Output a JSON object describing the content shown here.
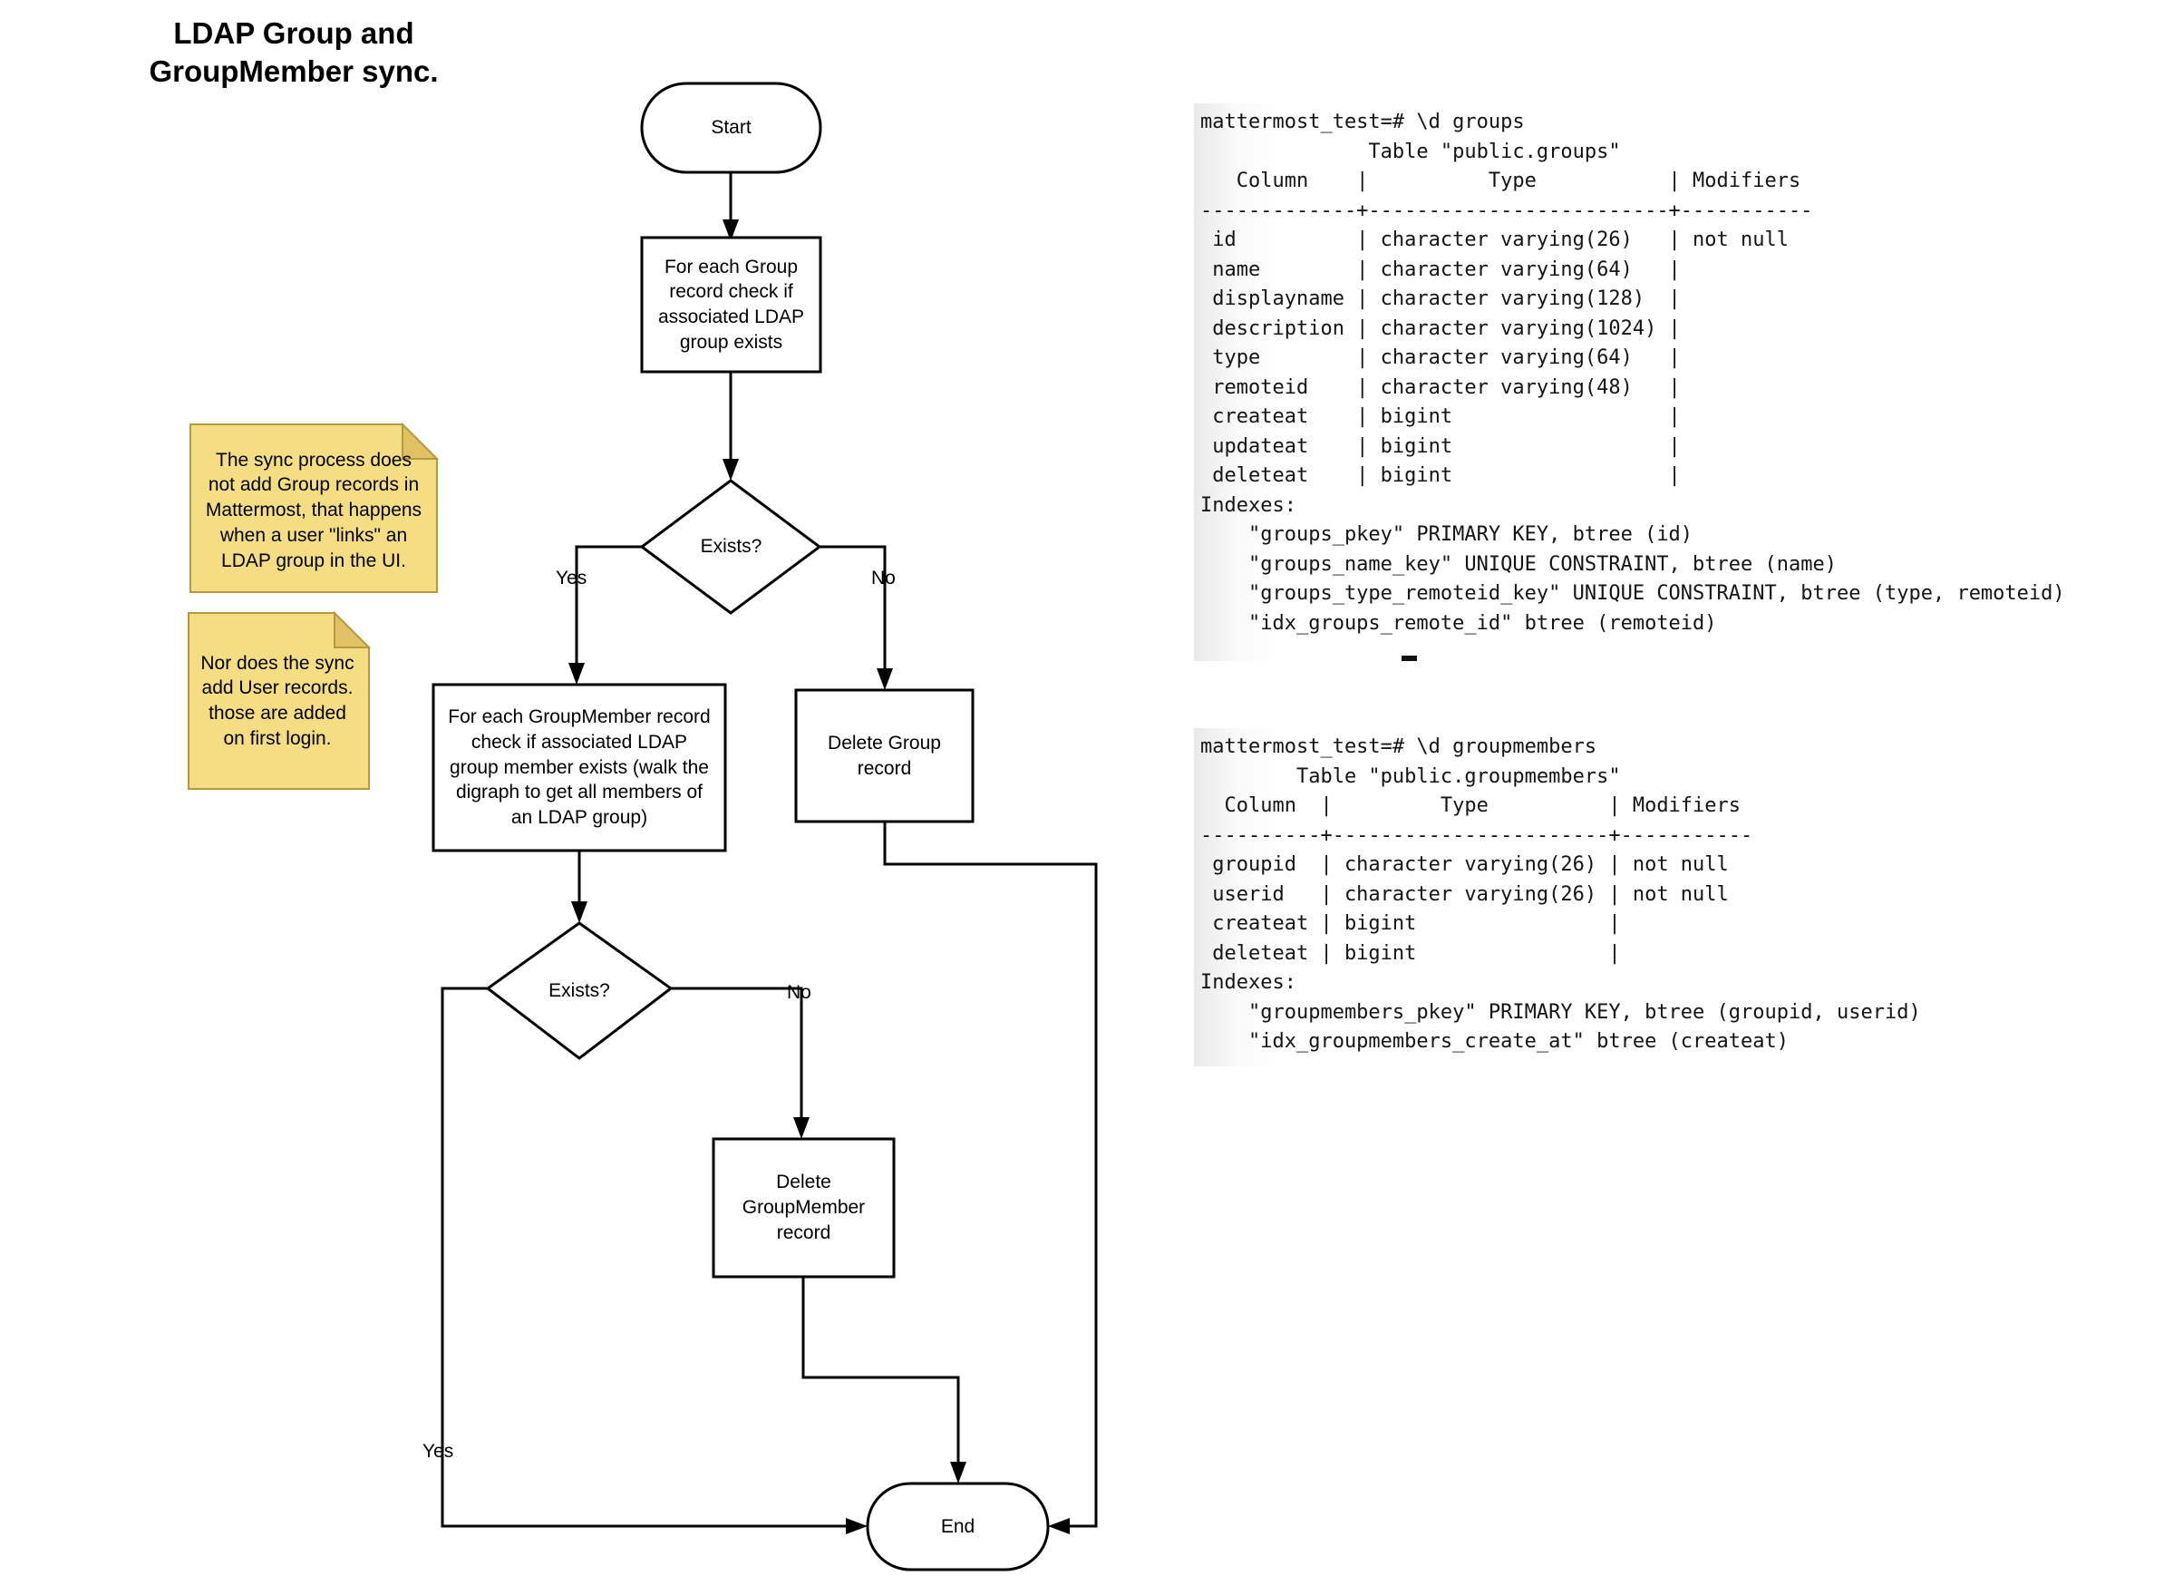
{
  "title": "LDAP Group and\nGroupMember sync.",
  "flowchart": {
    "start_label": "Start",
    "end_label": "End",
    "process_group_check": "For each Group\nrecord check if\nassociated LDAP\ngroup exists",
    "decision1": "Exists?",
    "decision2": "Exists?",
    "process_groupmember_check": "For each GroupMember record\ncheck if associated LDAP\ngroup member exists (walk the\ndigraph to get all members of\nan LDAP group)",
    "delete_group": "Delete Group\nrecord",
    "delete_groupmember": "Delete\nGroupMember\nrecord",
    "labels": {
      "yes1": "Yes",
      "no1": "No",
      "yes2": "Yes",
      "no2": "No"
    }
  },
  "notes": [
    {
      "text": "The sync process does\nnot add Group records in\nMattermost, that happens\nwhen a user \"links\" an\nLDAP group in the UI."
    },
    {
      "text": "Nor does the sync\nadd User records.\nthose are added\non first login."
    }
  ],
  "terminals": [
    {
      "lines": [
        "mattermost_test=# \\d groups",
        "              Table \"public.groups\"",
        "   Column    |          Type           | Modifiers",
        "-------------+-------------------------+-----------",
        " id          | character varying(26)   | not null",
        " name        | character varying(64)   |",
        " displayname | character varying(128)  |",
        " description | character varying(1024) |",
        " type        | character varying(64)   |",
        " remoteid    | character varying(48)   |",
        " createat    | bigint                  |",
        " updateat    | bigint                  |",
        " deleteat    | bigint                  |",
        "Indexes:",
        "    \"groups_pkey\" PRIMARY KEY, btree (id)",
        "    \"groups_name_key\" UNIQUE CONSTRAINT, btree (name)",
        "    \"groups_type_remoteid_key\" UNIQUE CONSTRAINT, btree (type, remoteid)",
        "    \"idx_groups_remote_id\" btree (remoteid)"
      ]
    },
    {
      "lines": [
        "mattermost_test=# \\d groupmembers",
        "        Table \"public.groupmembers\"",
        "  Column  |         Type          | Modifiers",
        "----------+-----------------------+-----------",
        " groupid  | character varying(26) | not null",
        " userid   | character varying(26) | not null",
        " createat | bigint                |",
        " deleteat | bigint                |",
        "Indexes:",
        "    \"groupmembers_pkey\" PRIMARY KEY, btree (groupid, userid)",
        "    \"idx_groupmembers_create_at\" btree (createat)"
      ]
    }
  ],
  "colors": {
    "note_fill": "#f5dd83",
    "note_fold": "#e0c163",
    "note_border": "#b6993f",
    "line": "#000000",
    "shape_fill": "#ffffff"
  }
}
